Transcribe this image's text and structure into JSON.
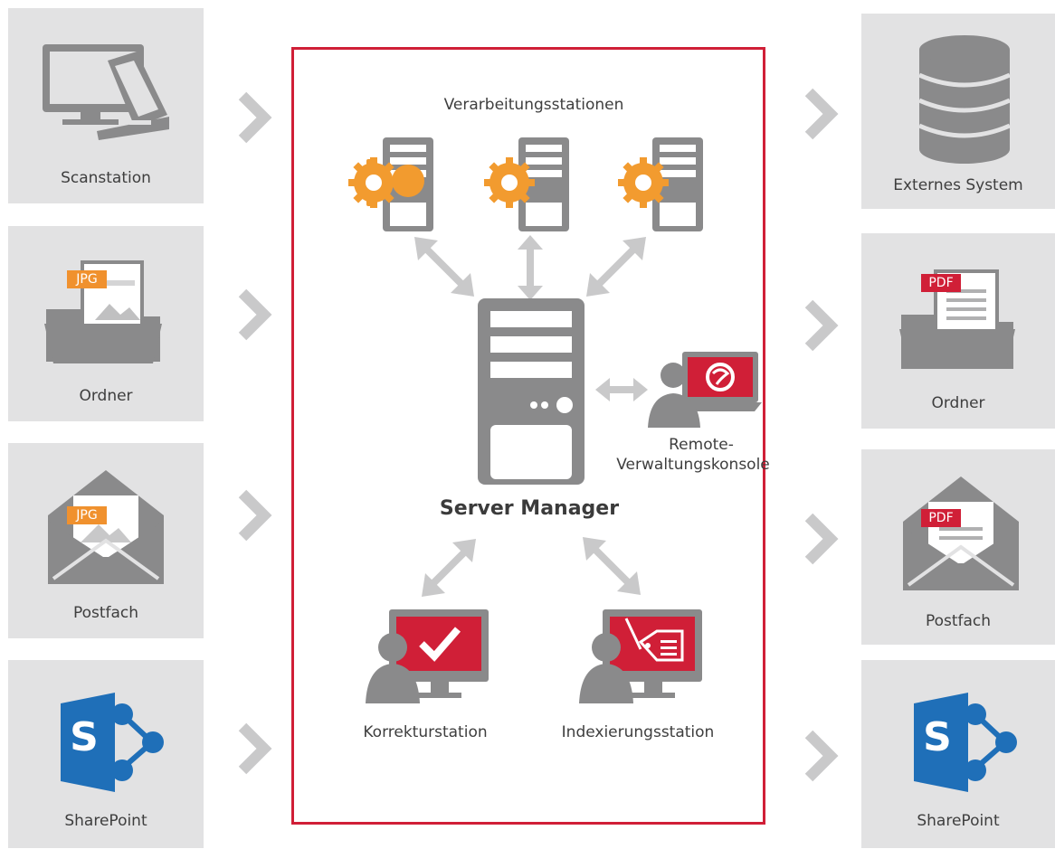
{
  "inputs": {
    "scanstation": "Scanstation",
    "ordner": "Ordner",
    "postfach": "Postfach",
    "sharepoint": "SharePoint",
    "jpg_badge": "JPG"
  },
  "outputs": {
    "external": "Externes System",
    "ordner": "Ordner",
    "postfach": "Postfach",
    "sharepoint": "SharePoint",
    "pdf_badge": "PDF"
  },
  "center": {
    "processing_title": "Verarbeitungsstationen",
    "server_manager": "Server Manager",
    "remote_line1": "Remote-",
    "remote_line2": "Verwaltungskonsole",
    "correction": "Korrekturstation",
    "indexing": "Indexierungsstation"
  },
  "sharepoint_letter": "S",
  "colors": {
    "tile": "#e2e2e3",
    "icon_gray": "#8a8a8b",
    "accent_red": "#d01f37",
    "gear_orange": "#f29b2f",
    "badge_orange": "#f0912e",
    "sharepoint_blue": "#1f6fb8",
    "arrow_gray": "#c9c9ca"
  }
}
